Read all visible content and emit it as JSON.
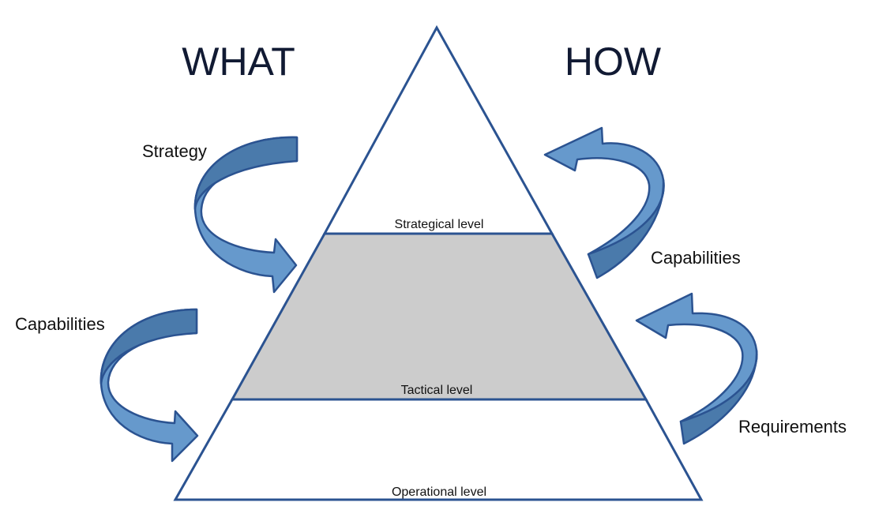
{
  "headings": {
    "left": "WHAT",
    "right": "HOW"
  },
  "levels": {
    "strategical": "Strategical level",
    "tactical": "Tactical level",
    "operational": "Operational level"
  },
  "arrows": {
    "left_top": "Strategy",
    "left_bottom": "Capabilities",
    "right_top": "Capabilities",
    "right_bottom": "Requirements"
  },
  "colors": {
    "outline": "#2b5391",
    "tactical_band": "#cccccc",
    "arrow_light": "#6699cc",
    "arrow_dark": "#4a7aab",
    "heading_text": "#111a33"
  }
}
